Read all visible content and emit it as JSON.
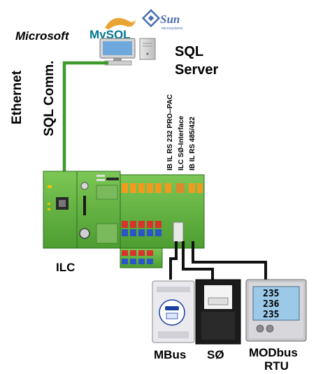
{
  "logos": {
    "microsoft": "Microsoft",
    "mysql": "MySQL",
    "sun": "Sun",
    "sun_sub": "microsystems"
  },
  "labels": {
    "sql_server": "SQL",
    "sql_server_2": "Server",
    "ethernet": "Ethernet",
    "sql_comm": "SQL Comm.",
    "module_1": "IB IL RS 232 PRO--PAC",
    "module_2": "ILC SØ-Interface",
    "module_3": "IB IL RS 485/422",
    "ilc": "ILC",
    "mbus": "MBus",
    "so": "SØ",
    "modbus": "MODbus",
    "rtu": "RTU"
  },
  "meter_display": [
    "235",
    "236",
    "235"
  ],
  "colors": {
    "cable_green": "#3f9a2c",
    "plc_green": "#5fb33f",
    "plc_dark": "#3c8a2a",
    "terminal_orange": "#f29a1e",
    "terminal_red": "#d9312b",
    "terminal_blue": "#2a55c9",
    "lcd": "#9cc9e8"
  }
}
